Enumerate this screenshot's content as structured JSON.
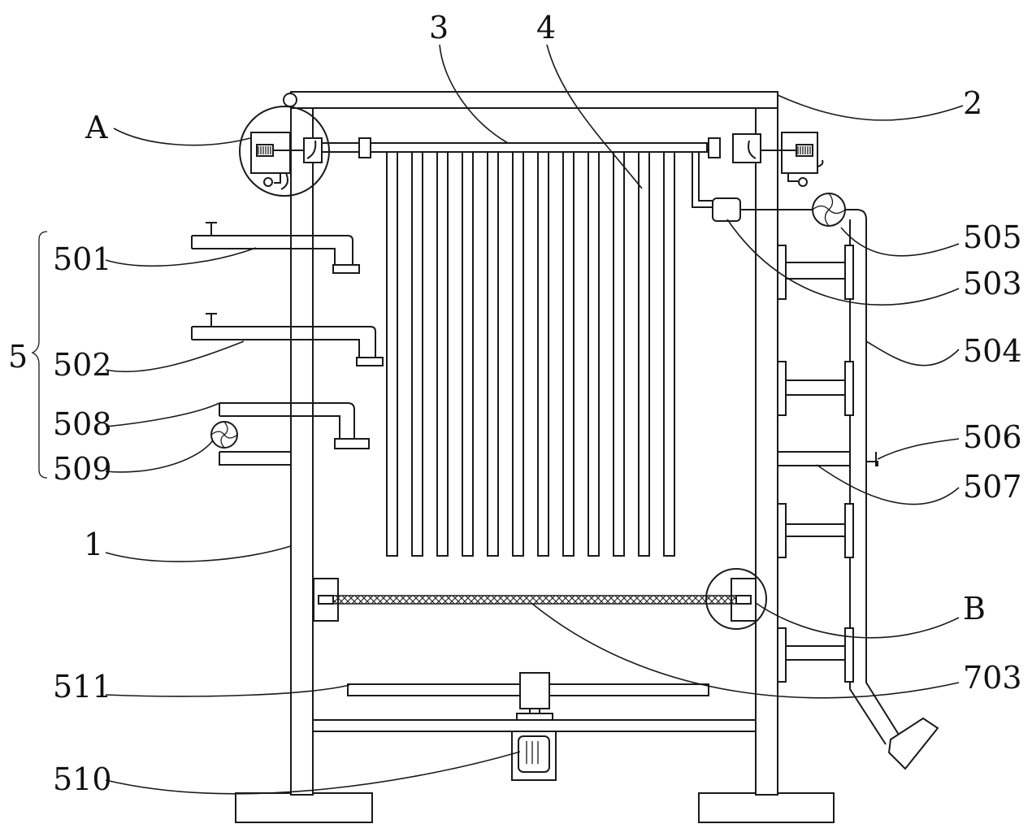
{
  "figure": {
    "labels": {
      "l1": "1",
      "l2": "2",
      "l3": "3",
      "l4": "4",
      "l5": "5",
      "lA": "A",
      "lB": "B",
      "l501": "501",
      "l502": "502",
      "l503": "503",
      "l504": "504",
      "l505": "505",
      "l506": "506",
      "l507": "507",
      "l508": "508",
      "l509": "509",
      "l510": "510",
      "l511": "511",
      "l703": "703"
    }
  }
}
